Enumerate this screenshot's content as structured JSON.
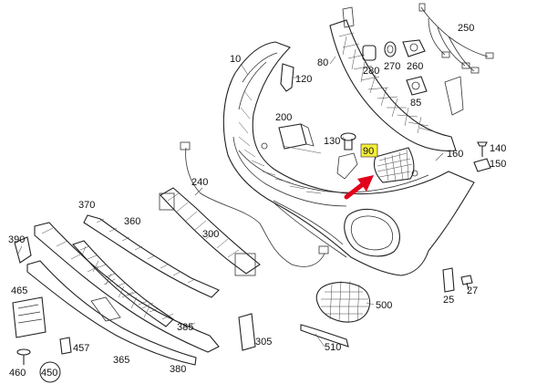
{
  "labels": {
    "p10": "10",
    "p25": "25",
    "p27": "27",
    "p80": "80",
    "p85": "85",
    "p90": "90",
    "p120": "120",
    "p130": "130",
    "p140": "140",
    "p150": "150",
    "p160": "160",
    "p200": "200",
    "p240": "240",
    "p250": "250",
    "p260": "260",
    "p270": "270",
    "p280": "280",
    "p300": "300",
    "p305": "305",
    "p360": "360",
    "p365": "365",
    "p370": "370",
    "p380": "380",
    "p385": "385",
    "p390": "390",
    "p450": "450",
    "p457": "457",
    "p460": "460",
    "p465": "465",
    "p500": "500",
    "p510": "510"
  },
  "colors": {
    "highlight": "#f6ee3a",
    "arrow": "#e3001b",
    "line": "#222222"
  },
  "highlighted_part": "90"
}
